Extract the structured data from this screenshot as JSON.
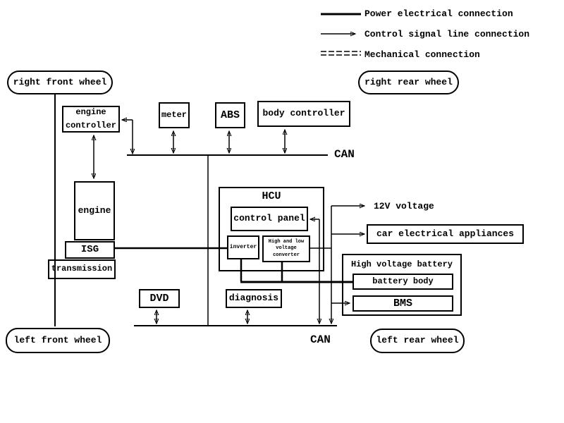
{
  "legend": {
    "power": "Power electrical connection",
    "signal": "Control signal line connection",
    "mechanical": "Mechanical connection"
  },
  "wheels": {
    "right_front": "right front wheel",
    "right_rear": "right rear wheel",
    "left_front": "left front wheel",
    "left_rear": "left rear wheel"
  },
  "nodes": {
    "engine_controller": "engine controller",
    "meter": "meter",
    "abs": "ABS",
    "body_controller": "body controller",
    "engine": "engine",
    "isg": "ISG",
    "transmission": "transmission",
    "hcu": "HCU",
    "control_panel": "control panel",
    "inverter": "inverter",
    "converter": "High and low voltage converter",
    "dvd": "DVD",
    "diagnosis": "diagnosis",
    "high_voltage_battery": "High voltage battery",
    "battery_body": "battery body",
    "bms": "BMS",
    "car_electrical_appliances": "car electrical appliances"
  },
  "labels": {
    "can_top": "CAN",
    "can_bottom": "CAN",
    "v12": "12V voltage"
  },
  "colors": {
    "line": "#000000",
    "background": "#ffffff"
  }
}
